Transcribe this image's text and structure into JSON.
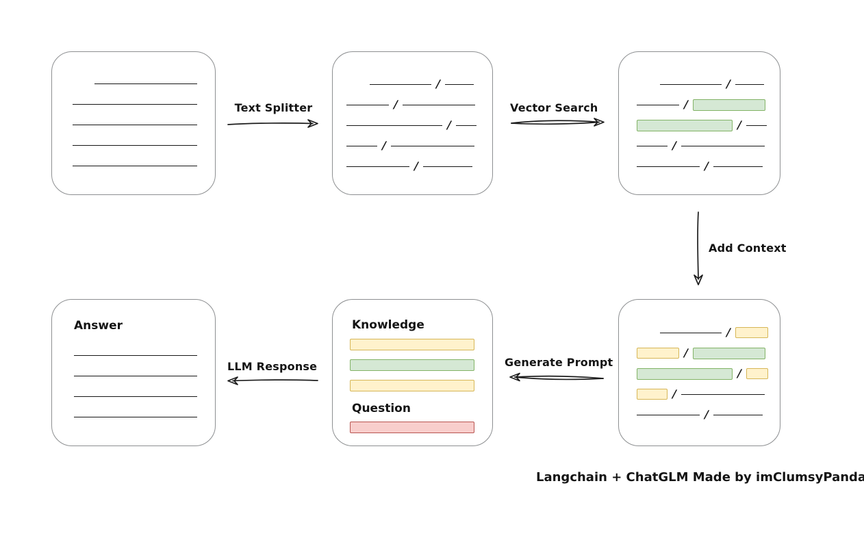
{
  "arrows": {
    "text_splitter": {
      "label": "Text Splitter"
    },
    "vector_search": {
      "label": "Vector Search"
    },
    "add_context": {
      "label": "Add Context"
    },
    "generate_prompt": {
      "label": "Generate Prompt"
    },
    "llm_response": {
      "label": "LLM Response"
    }
  },
  "prompt_box": {
    "knowledge_label": "Knowledge",
    "question_label": "Question",
    "knowledge_bars": [
      "yellow",
      "green",
      "yellow"
    ],
    "question_bar": "red"
  },
  "answer_box": {
    "label": "Answer"
  },
  "caption": "Langchain + ChatGLM Made by imClumsyPanda",
  "colors": {
    "green_fill": "#d5e8d4",
    "green_border": "#82b366",
    "yellow_fill": "#fff2cc",
    "yellow_border": "#d6b656",
    "red_fill": "#f8cecc",
    "red_border": "#b85450",
    "line": "#161616",
    "box_border": "#8d8f91"
  },
  "rows": {
    "document": [
      {
        "indent": 32,
        "segs": [
          {
            "t": "line",
            "w": 150
          }
        ]
      },
      {
        "indent": 0,
        "segs": [
          {
            "t": "line",
            "w": 182
          }
        ]
      },
      {
        "indent": 0,
        "segs": [
          {
            "t": "line",
            "w": 182
          }
        ]
      },
      {
        "indent": 0,
        "segs": [
          {
            "t": "line",
            "w": 182
          }
        ]
      },
      {
        "indent": 0,
        "segs": [
          {
            "t": "line",
            "w": 182
          }
        ]
      }
    ],
    "split_chunks": [
      {
        "indent": 34,
        "segs": [
          {
            "t": "line",
            "w": 90
          },
          {
            "t": "line",
            "w": 42
          }
        ]
      },
      {
        "indent": 0,
        "segs": [
          {
            "t": "line",
            "w": 62
          },
          {
            "t": "line",
            "w": 106
          }
        ]
      },
      {
        "indent": 0,
        "segs": [
          {
            "t": "line",
            "w": 140
          },
          {
            "t": "line",
            "w": 30
          }
        ]
      },
      {
        "indent": 0,
        "segs": [
          {
            "t": "line",
            "w": 45
          },
          {
            "t": "line",
            "w": 122
          }
        ]
      },
      {
        "indent": 0,
        "segs": [
          {
            "t": "line",
            "w": 92
          },
          {
            "t": "line",
            "w": 72
          }
        ]
      }
    ],
    "searched_chunks": [
      {
        "indent": 34,
        "segs": [
          {
            "t": "line",
            "w": 90
          },
          {
            "t": "line",
            "w": 42
          }
        ]
      },
      {
        "indent": 0,
        "segs": [
          {
            "t": "line",
            "w": 62
          },
          {
            "t": "green",
            "w": 106
          }
        ]
      },
      {
        "indent": 0,
        "segs": [
          {
            "t": "green",
            "w": 140
          },
          {
            "t": "line",
            "w": 30
          }
        ]
      },
      {
        "indent": 0,
        "segs": [
          {
            "t": "line",
            "w": 45
          },
          {
            "t": "line",
            "w": 122
          }
        ]
      },
      {
        "indent": 0,
        "segs": [
          {
            "t": "line",
            "w": 92
          },
          {
            "t": "line",
            "w": 72
          }
        ]
      }
    ],
    "context_chunks": [
      {
        "indent": 34,
        "segs": [
          {
            "t": "line",
            "w": 90
          },
          {
            "t": "yellow",
            "w": 48
          }
        ]
      },
      {
        "indent": 0,
        "segs": [
          {
            "t": "yellow",
            "w": 62
          },
          {
            "t": "green",
            "w": 106
          }
        ]
      },
      {
        "indent": 0,
        "segs": [
          {
            "t": "green",
            "w": 140
          },
          {
            "t": "yellow",
            "w": 32
          }
        ]
      },
      {
        "indent": 0,
        "segs": [
          {
            "t": "yellow",
            "w": 45
          },
          {
            "t": "line",
            "w": 122
          }
        ]
      },
      {
        "indent": 0,
        "segs": [
          {
            "t": "line",
            "w": 92
          },
          {
            "t": "line",
            "w": 72
          }
        ]
      }
    ],
    "answer": [
      {
        "indent": 0,
        "segs": [
          {
            "t": "line",
            "w": 180
          }
        ]
      },
      {
        "indent": 0,
        "segs": [
          {
            "t": "line",
            "w": 180
          }
        ]
      },
      {
        "indent": 0,
        "segs": [
          {
            "t": "line",
            "w": 180
          }
        ]
      },
      {
        "indent": 0,
        "segs": [
          {
            "t": "line",
            "w": 180
          }
        ]
      }
    ]
  }
}
